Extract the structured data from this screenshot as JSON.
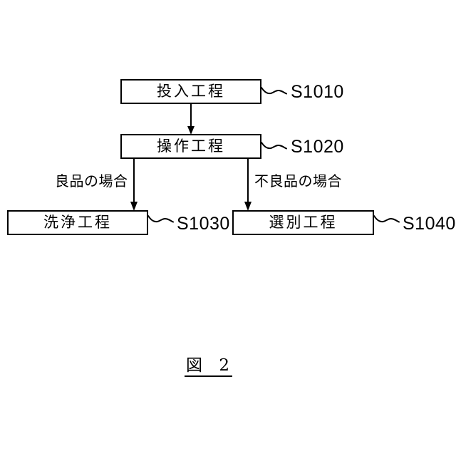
{
  "figure": {
    "caption": {
      "label": "図",
      "number": "2"
    },
    "nodes": [
      {
        "step": "S1010",
        "label": "投入工程"
      },
      {
        "step": "S1020",
        "label": "操作工程"
      },
      {
        "step": "S1030",
        "label": "洗浄工程"
      },
      {
        "step": "S1040",
        "label": "選別工程"
      }
    ],
    "edges": [
      {
        "from": "S1010",
        "to": "S1020",
        "label": ""
      },
      {
        "from": "S1020",
        "to": "S1030",
        "label": "良品の場合"
      },
      {
        "from": "S1020",
        "to": "S1040",
        "label": "不良品の場合"
      }
    ],
    "colors": {
      "line": "#000000",
      "background": "#ffffff"
    }
  }
}
